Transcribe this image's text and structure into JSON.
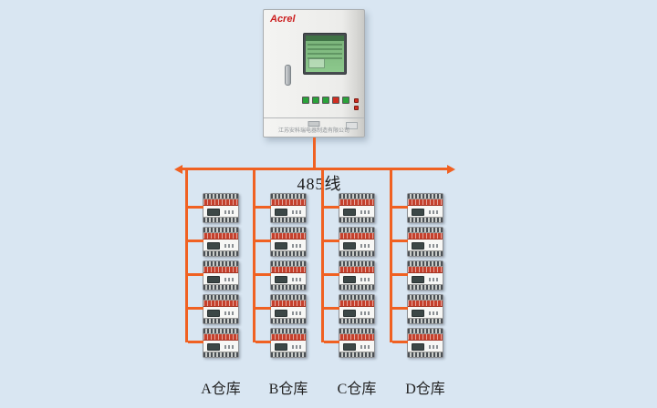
{
  "colors": {
    "background": "#d9e6f2",
    "wire": "#f06122",
    "device_band": "#c5402c",
    "screen": "#8cc88c"
  },
  "cabinet": {
    "brand": "Acrel",
    "button_colors": [
      "#2aa23a",
      "#2aa23a",
      "#2aa23a",
      "#cf2e21",
      "#2aa23a"
    ],
    "indicator_colors": [
      "#cf2e21",
      "#cf2e21"
    ],
    "footer_text": "江苏安科瑞电器制造有限公司"
  },
  "bus": {
    "label": "485线"
  },
  "columns": [
    {
      "id": "A",
      "label": "A仓库"
    },
    {
      "id": "B",
      "label": "B仓库"
    },
    {
      "id": "C",
      "label": "C仓库"
    },
    {
      "id": "D",
      "label": "D仓库"
    }
  ],
  "devices_per_column": 5
}
